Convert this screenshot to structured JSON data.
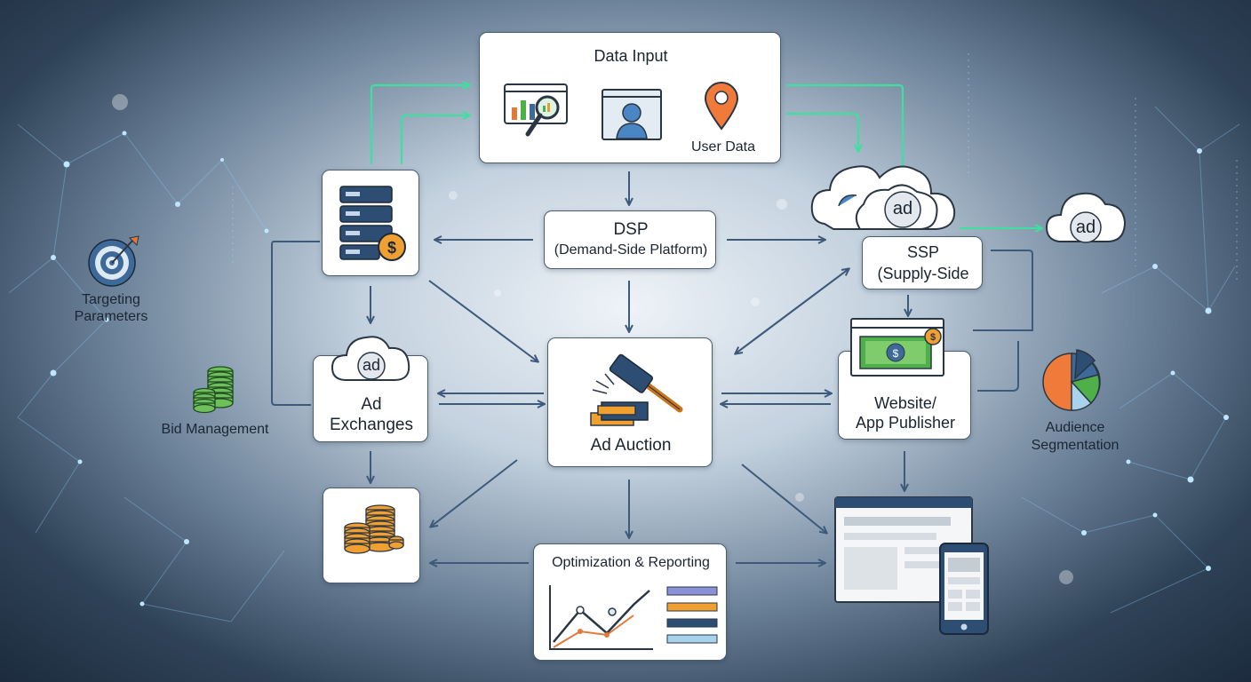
{
  "colors": {
    "node_border": "#4a5c70",
    "arrow": "#3d5a7a",
    "feedback_arrow": "#3ee0a0",
    "accent_orange": "#f0a030",
    "accent_blue": "#3e6a9a",
    "accent_green": "#4fb04a"
  },
  "nodes": {
    "data_input": {
      "title": "Data Input",
      "sub": "User Data"
    },
    "dsp": {
      "line1": "DSP",
      "line2": "(Demand-Side Platform)"
    },
    "ssp": {
      "line1": "SSP",
      "line2": "(Supply-Side"
    },
    "ad_auction": {
      "title": "Ad Auction"
    },
    "ad_exchanges": {
      "line1": "Ad",
      "line2": "Exchanges",
      "cloud_text": "ad"
    },
    "website_publisher": {
      "line1": "Website/",
      "line2": "App Publisher"
    },
    "optimization": {
      "title": "Optimization & Reporting"
    },
    "ssp_cloud": {
      "cloud_text": "ad"
    },
    "side_cloud": {
      "cloud_text": "ad"
    }
  },
  "side_labels": {
    "targeting": {
      "line1": "Targeting",
      "line2": "Parameters"
    },
    "bid": {
      "text": "Bid Management"
    },
    "audience": {
      "line1": "Audience",
      "line2": "Segmentation"
    }
  },
  "icons": [
    "analytics-chart-icon",
    "user-profile-icon",
    "location-pin-icon",
    "server-dollar-icon",
    "gavel-icon",
    "coin-stack-icon",
    "money-bill-icon",
    "line-chart-icon",
    "bar-list-icon",
    "browser-page-icon",
    "mobile-phone-icon",
    "target-icon",
    "cash-stack-icon",
    "pie-chart-icon",
    "ad-cloud-icon"
  ]
}
